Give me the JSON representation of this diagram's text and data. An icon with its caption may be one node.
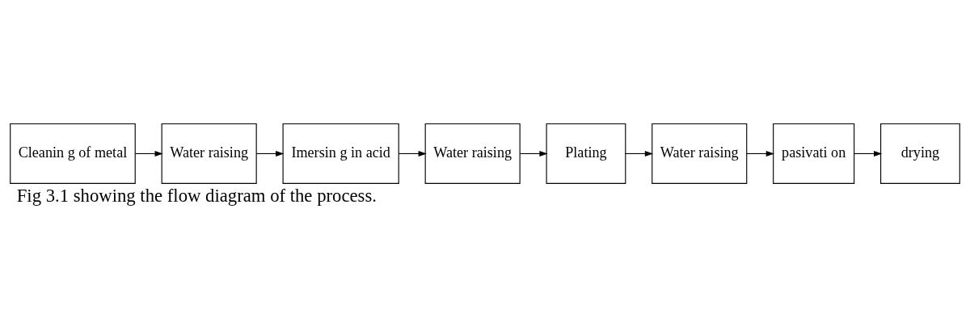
{
  "diagram": {
    "caption": "Fig 3.1 showing the flow diagram of the process.",
    "nodes": [
      {
        "text": [
          "Cleanin g of metal"
        ]
      },
      {
        "text": [
          "Water raising"
        ]
      },
      {
        "text": [
          "Imersin g in acid"
        ]
      },
      {
        "text": [
          "Water raising"
        ]
      },
      {
        "text": [
          "Plating"
        ]
      },
      {
        "text": [
          "Water raising"
        ]
      },
      {
        "text": [
          "pasivati on"
        ]
      },
      {
        "text": [
          "drying"
        ]
      }
    ],
    "edges": [
      {
        "from": 0,
        "to": 1,
        "arrow": "to"
      },
      {
        "from": 1,
        "to": 2,
        "arrow": "to"
      },
      {
        "from": 2,
        "to": 3,
        "arrow": "to"
      },
      {
        "from": 3,
        "to": 4,
        "arrow": "to"
      },
      {
        "from": 4,
        "to": 5,
        "arrow": "to"
      },
      {
        "from": 5,
        "to": 6,
        "arrow": "to"
      },
      {
        "from": 6,
        "to": 7,
        "arrow": "to"
      }
    ]
  }
}
